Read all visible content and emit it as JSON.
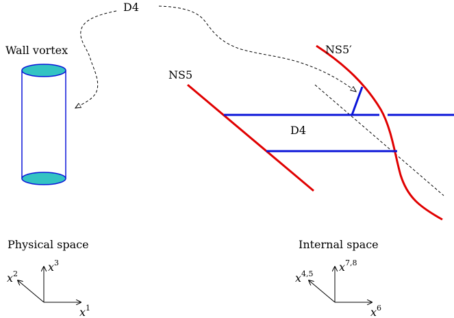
{
  "labels": {
    "wall_vortex": "Wall vortex",
    "d4_top": "D4",
    "ns5": "NS5",
    "ns5_prime": "NS5′",
    "d4_mid": "D4",
    "physical_space": "Physical space",
    "internal_space": "Internal space"
  },
  "physical_axes": {
    "x_base": "x",
    "x_sup": "1",
    "y_base": "x",
    "y_sup": "3",
    "diag_base": "x",
    "diag_sup": "2"
  },
  "internal_axes": {
    "x_base": "x",
    "x_sup": "6",
    "y_base": "x",
    "y_sup": "7,8",
    "diag_base": "x",
    "diag_sup": "4,5"
  },
  "colors": {
    "ns5": "#e00000",
    "d4": "#0a14d8",
    "cap_fill": "#33c3c3",
    "cylinder_stroke": "#0a14d8",
    "dashed": "#000000"
  }
}
